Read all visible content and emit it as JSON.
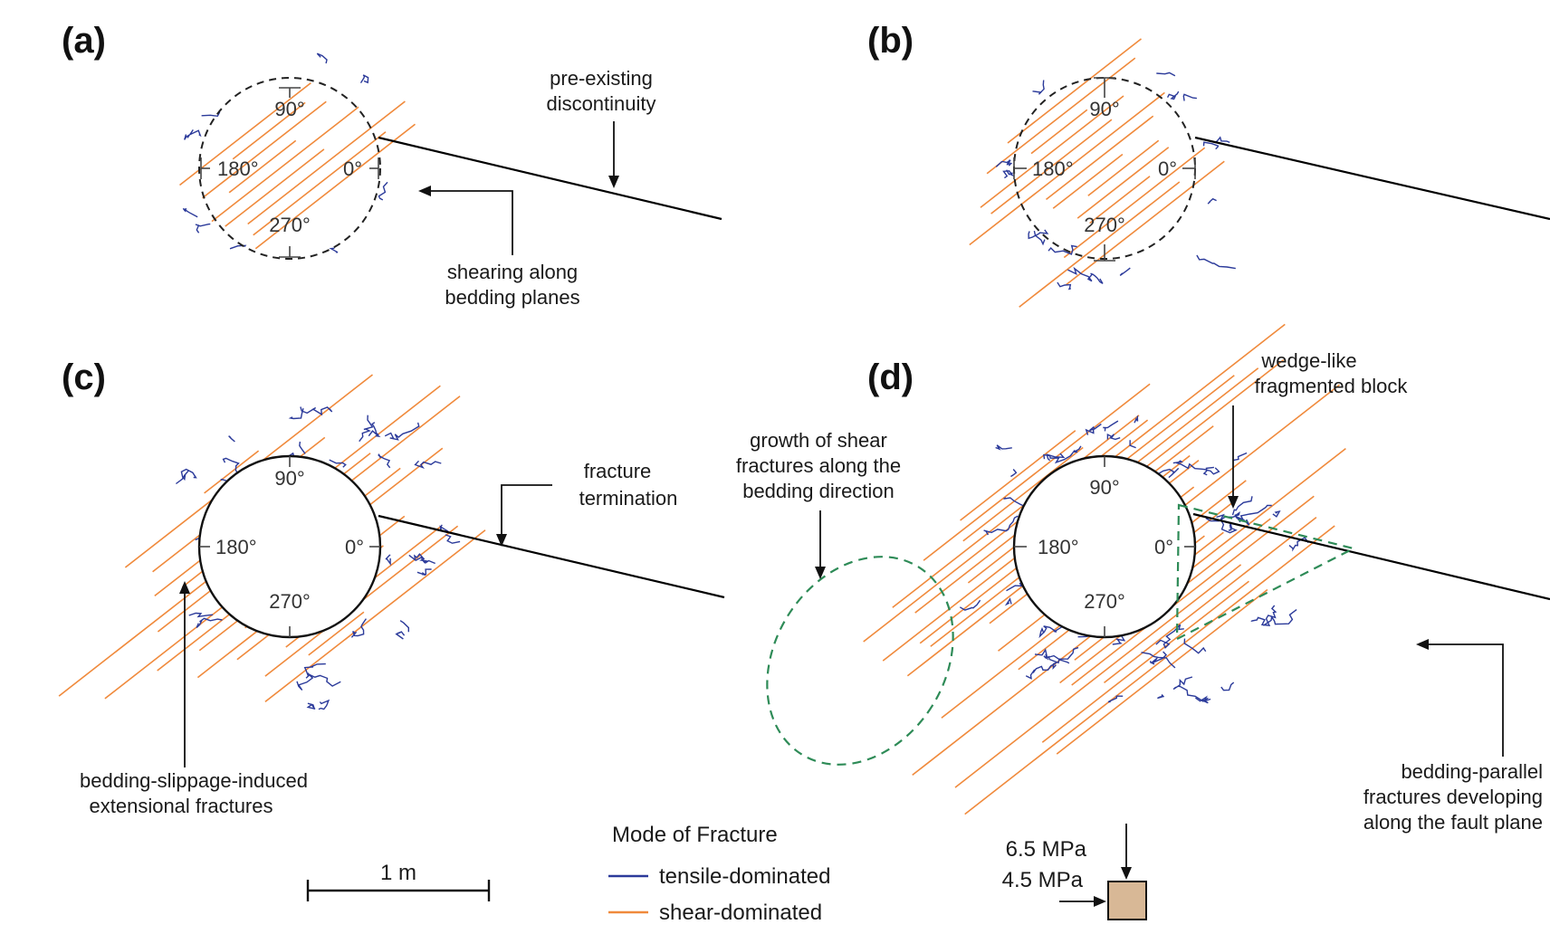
{
  "panels": [
    {
      "id": "a",
      "letter": "(a)",
      "circle_style": "dashed",
      "angles": [
        "90°",
        "180°",
        "0°",
        "270°"
      ],
      "annotations": [
        [
          "pre-existing",
          "discontinuity"
        ],
        [
          "shearing along",
          "bedding planes"
        ]
      ],
      "fracture_intensity": 0.15
    },
    {
      "id": "b",
      "letter": "(b)",
      "circle_style": "dashed",
      "angles": [
        "90°",
        "180°",
        "0°",
        "270°"
      ],
      "annotations": [],
      "fracture_intensity": 0.35
    },
    {
      "id": "c",
      "letter": "(c)",
      "circle_style": "solid",
      "angles": [
        "90°",
        "180°",
        "0°",
        "270°"
      ],
      "annotations": [
        [
          "fracture",
          "termination"
        ],
        [
          "bedding-slippage-induced",
          "extensional fractures"
        ]
      ],
      "fracture_intensity": 0.7
    },
    {
      "id": "d",
      "letter": "(d)",
      "circle_style": "solid",
      "angles": [
        "90°",
        "180°",
        "0°",
        "270°"
      ],
      "annotations": [
        [
          "wedge-like",
          "fragmented block"
        ],
        [
          "growth of shear",
          "fractures along the",
          "bedding direction"
        ],
        [
          "bedding-parallel",
          "fractures developing",
          "along the fault plane"
        ]
      ],
      "fracture_intensity": 1.0
    }
  ],
  "legend": {
    "title": "Mode of Fracture",
    "items": [
      {
        "label": "tensile-dominated",
        "color": "#2b3a9a"
      },
      {
        "label": "shear-dominated",
        "color": "#f08a3c"
      }
    ]
  },
  "scale_bar": {
    "label": "1 m"
  },
  "stress": {
    "vertical": "6.5 MPa",
    "horizontal": "4.5 MPa",
    "block_color": "#d8b896"
  },
  "colors": {
    "tensile": "#2b3a9a",
    "shear": "#f08a3c",
    "ellipse": "#2e8b57",
    "fault": "#000000"
  }
}
